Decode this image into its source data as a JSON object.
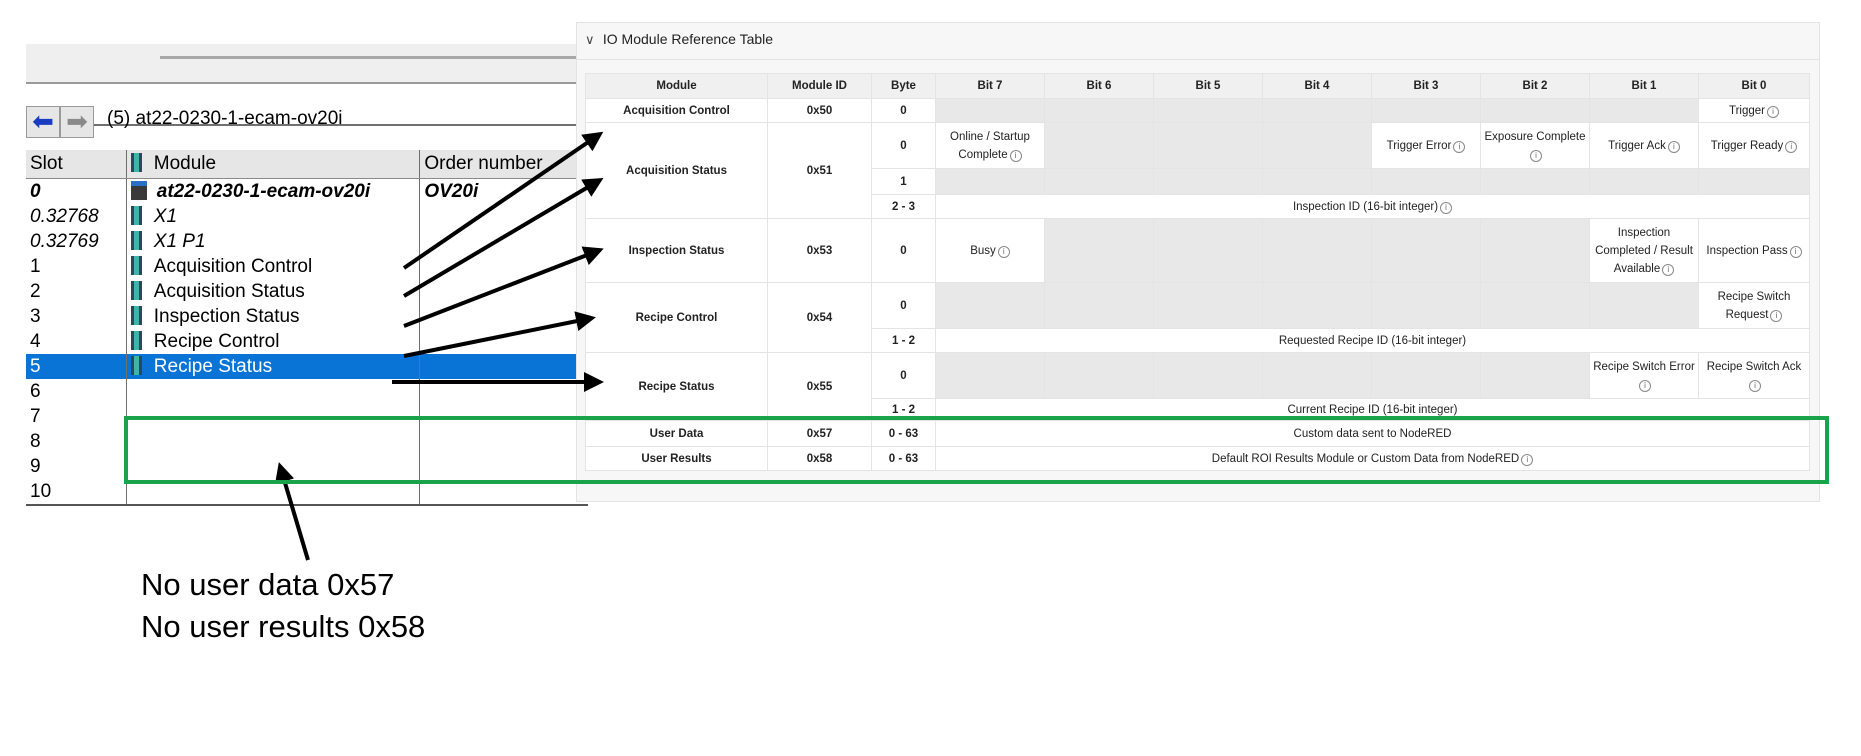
{
  "hw": {
    "title": "(5)  at22-0230-1-ecam-ov20i",
    "headers": {
      "slot": "Slot",
      "module": "Module",
      "order": "Order number"
    },
    "rows": [
      {
        "slot": "0",
        "module": "at22-0230-1-ecam-ov20i",
        "order": "OV20i"
      },
      {
        "slot": "0.32768",
        "module": "X1",
        "order": ""
      },
      {
        "slot": "0.32769",
        "module": "X1 P1",
        "order": ""
      },
      {
        "slot": "1",
        "module": "Acquisition Control",
        "order": ""
      },
      {
        "slot": "2",
        "module": "Acquisition Status",
        "order": ""
      },
      {
        "slot": "3",
        "module": "Inspection Status",
        "order": ""
      },
      {
        "slot": "4",
        "module": "Recipe Control",
        "order": ""
      },
      {
        "slot": "5",
        "module": "Recipe Status",
        "order": ""
      },
      {
        "slot": "6",
        "module": "",
        "order": ""
      },
      {
        "slot": "7",
        "module": "",
        "order": ""
      },
      {
        "slot": "8",
        "module": "",
        "order": ""
      },
      {
        "slot": "9",
        "module": "",
        "order": ""
      },
      {
        "slot": "10",
        "module": "",
        "order": ""
      }
    ]
  },
  "ref": {
    "panel_title": "IO Module Reference Table",
    "headers": [
      "Module",
      "Module ID",
      "Byte",
      "Bit 7",
      "Bit 6",
      "Bit 5",
      "Bit 4",
      "Bit 3",
      "Bit 2",
      "Bit 1",
      "Bit 0"
    ],
    "acq_control": {
      "module": "Acquisition Control",
      "id": "0x50",
      "byte0": "0",
      "bit0": "Trigger"
    },
    "acq_status": {
      "module": "Acquisition Status",
      "id": "0x51",
      "byte0": "0",
      "byte1": "1",
      "byte23": "2 - 3",
      "bit7": "Online / Startup Complete",
      "bit3": "Trigger Error",
      "bit2": "Exposure Complete",
      "bit1": "Trigger Ack",
      "bit0": "Trigger Ready",
      "span": "Inspection ID (16-bit integer)"
    },
    "insp_status": {
      "module": "Inspection Status",
      "id": "0x53",
      "byte0": "0",
      "bit7": "Busy",
      "bit1": "Inspection Completed / Result Available",
      "bit0": "Inspection Pass"
    },
    "recipe_control": {
      "module": "Recipe Control",
      "id": "0x54",
      "byte0": "0",
      "byte12": "1 - 2",
      "bit0": "Recipe Switch Request",
      "span": "Requested Recipe ID (16-bit integer)"
    },
    "recipe_status": {
      "module": "Recipe Status",
      "id": "0x55",
      "byte0": "0",
      "byte12": "1 - 2",
      "bit1": "Recipe Switch Error",
      "bit0": "Recipe Switch Ack",
      "span": "Current Recipe ID (16-bit integer)"
    },
    "user_data": {
      "module": "User Data",
      "id": "0x57",
      "byte": "0 - 63",
      "span": "Custom data sent to NodeRED"
    },
    "user_results": {
      "module": "User Results",
      "id": "0x58",
      "byte": "0 - 63",
      "span": "Default ROI Results Module or Custom Data from NodeRED"
    }
  },
  "notes": {
    "line1": "No  user data  0x57",
    "line2": "No  user results 0x58"
  },
  "colors": {
    "highlight_box": "#1aa34a",
    "selection": "#0a74d6",
    "arrow": "#000000"
  },
  "icons": [
    "back-arrow-icon",
    "forward-arrow-icon",
    "module-icon",
    "rack-icon",
    "chevron-down-icon",
    "info-icon"
  ]
}
